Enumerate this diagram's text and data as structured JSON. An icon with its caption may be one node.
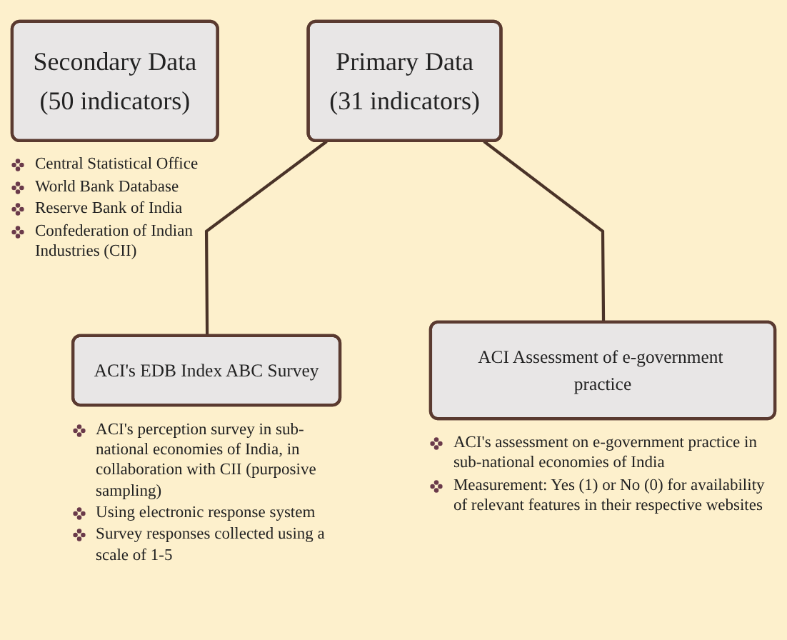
{
  "diagram": {
    "nodes": [
      {
        "text": [
          "Secondary Data",
          "(50 indicators)"
        ],
        "beside": [
          "Central Statistical Office",
          "World Bank Database",
          "Reserve Bank of India",
          "Confederation of Indian Industries (CII)"
        ]
      },
      {
        "text": [
          "Primary Data",
          "(31 indicators)"
        ]
      },
      {
        "text": [
          "ACI's EDB Index ABC Survey"
        ],
        "beside": [
          "ACI's perception survey in sub-national economies of India, in collaboration with CII (purposive sampling)",
          "Using electronic response system",
          "Survey responses collected using a scale of 1-5"
        ]
      },
      {
        "text": [
          "ACI Assessment of e-government practice"
        ],
        "beside": [
          "ACI's assessment on e-government practice in sub-national economies of India",
          "Measurement: Yes (1) or No (0) for availability of relevant features in their respective websites"
        ]
      }
    ],
    "edges": [
      {
        "from": 1,
        "to": 2,
        "arrow": "none"
      },
      {
        "from": 1,
        "to": 3,
        "arrow": "none"
      }
    ]
  }
}
